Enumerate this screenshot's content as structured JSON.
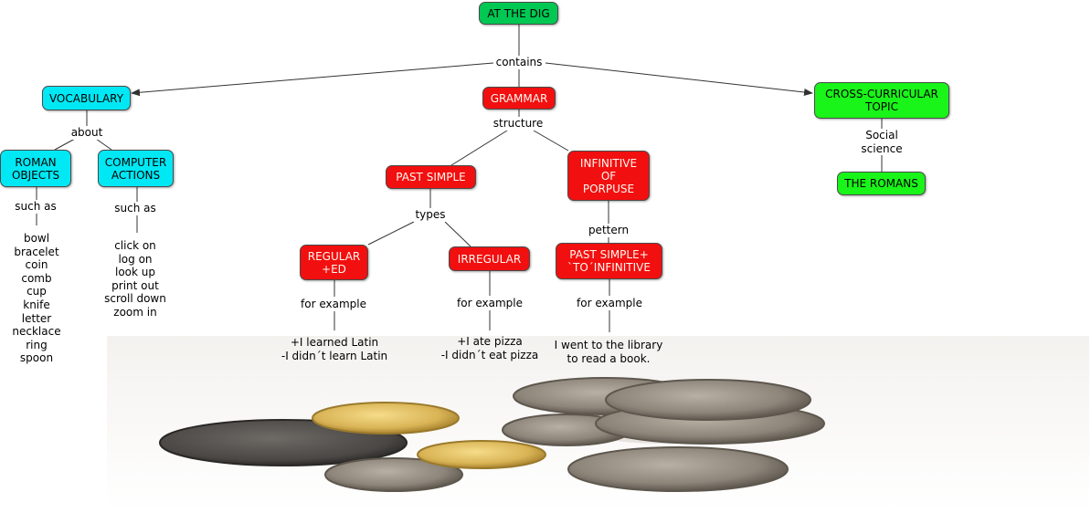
{
  "nodes": {
    "at_the_dig": "AT THE DIG",
    "vocabulary": "VOCABULARY",
    "grammar": "GRAMMAR",
    "cross_curricular": "CROSS-CURRICULAR\nTOPIC",
    "roman_objects": "ROMAN\nOBJECTS",
    "computer_actions": "COMPUTER\nACTIONS",
    "past_simple": "PAST SIMPLE",
    "infinitive": "INFINITIVE\nOF\nPORPUSE",
    "regular": "REGULAR\n+ED",
    "irregular": "IRREGULAR",
    "past_simple_to": "PAST SIMPLE+\n`TO´INFINITIVE",
    "the_romans": "THE ROMANS"
  },
  "linking_phrases": {
    "contains": "contains",
    "about": "about",
    "structure": "structure",
    "social_science": "Social\nscience",
    "such_as_1": "such as",
    "such_as_2": "such as",
    "types": "types",
    "pettern": "pettern",
    "for_example_1": "for example",
    "for_example_2": "for example",
    "for_example_3": "for example"
  },
  "lists": {
    "roman_objects": [
      "bowl",
      "bracelet",
      "coin",
      "comb",
      "cup",
      "knife",
      "letter",
      "necklace",
      "ring",
      "spoon"
    ],
    "computer_actions": [
      "click on",
      "log on",
      "look up",
      "print out",
      "scroll down",
      "zoom in"
    ],
    "regular_example": [
      "+I learned Latin",
      "-I didn´t learn Latin"
    ],
    "irregular_example": [
      "+I ate pizza",
      "-I didn´t eat pizza"
    ],
    "infinitive_example": [
      "I went to the library",
      "to read a book."
    ]
  },
  "colors": {
    "root": "#00c853",
    "vocabulary": "#00e8f4",
    "grammar": "#f20f0f",
    "topic": "#19f419",
    "line": "#333333"
  }
}
